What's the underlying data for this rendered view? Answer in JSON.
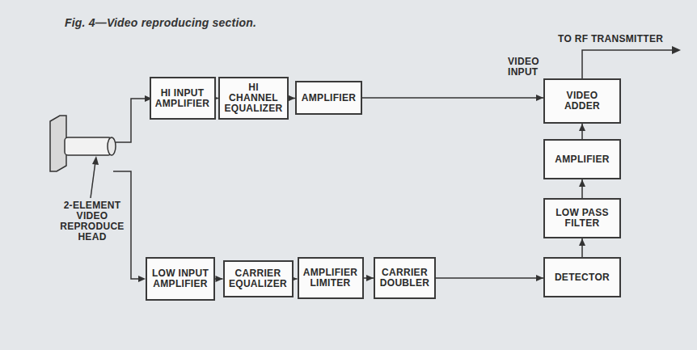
{
  "diagram": {
    "title": "Fig. 4—Video reproducing section.",
    "nodes": [
      {
        "text": [
          "HI INPUT AMPLIFIER"
        ]
      },
      {
        "text": [
          "HI CHANNEL EQUALIZER"
        ]
      },
      {
        "text": [
          "AMPLIFIER"
        ]
      },
      {
        "text": [
          "VIDEO ADDER"
        ]
      },
      {
        "text": [
          "AMPLIFIER"
        ]
      },
      {
        "text": [
          "LOW PASS FILTER"
        ]
      },
      {
        "text": [
          "LOW INPUT AMPLIFIER"
        ]
      },
      {
        "text": [
          "CARRIER EQUALIZER"
        ]
      },
      {
        "text": [
          "AMPLIFIER LIMITER"
        ]
      },
      {
        "text": [
          "CARRIER DOUBLER"
        ]
      },
      {
        "text": [
          "DETECTOR"
        ]
      }
    ],
    "edges": [
      {
        "from": 0,
        "to": 1,
        "arrow": "to"
      },
      {
        "from": 1,
        "to": 2,
        "arrow": "to"
      },
      {
        "from": 2,
        "to": 3,
        "arrow": "to"
      },
      {
        "from": 4,
        "to": 3,
        "arrow": "to"
      },
      {
        "from": 5,
        "to": 4,
        "arrow": "to"
      },
      {
        "from": 10,
        "to": 5,
        "arrow": "to"
      },
      {
        "from": 6,
        "to": 7,
        "arrow": "to"
      },
      {
        "from": 7,
        "to": 8,
        "arrow": "to"
      },
      {
        "from": 8,
        "to": 9,
        "arrow": "to"
      },
      {
        "from": 9,
        "to": 10,
        "arrow": "to"
      }
    ],
    "labels": [
      "TO RF TRANSMITTER",
      "VIDEO INPUT",
      "2-ELEMENT VIDEO REPRODUCE HEAD"
    ]
  }
}
